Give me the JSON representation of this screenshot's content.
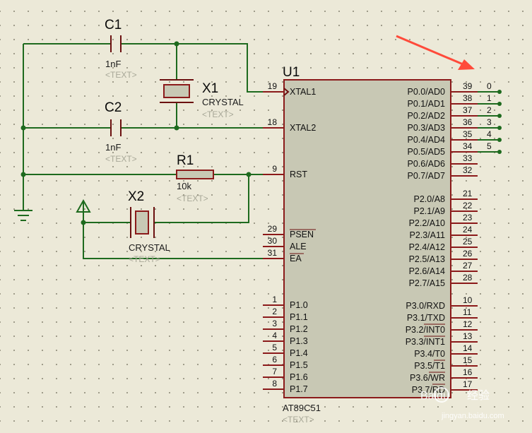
{
  "components": {
    "C1": {
      "ref": "C1",
      "value": "1nF",
      "template": "<TEXT>"
    },
    "C2": {
      "ref": "C2",
      "value": "1nF",
      "template": "<TEXT>"
    },
    "X1": {
      "ref": "X1",
      "value": "CRYSTAL",
      "template": "<TEXT>"
    },
    "X2": {
      "ref": "X2",
      "value": "CRYSTAL",
      "template": "<TEXT>"
    },
    "R1": {
      "ref": "R1",
      "value": "10k",
      "template": "<TEXT>"
    },
    "U1": {
      "ref": "U1",
      "value": "AT89C51",
      "template": "<TEXT>"
    }
  },
  "left_pins": [
    {
      "num": "19",
      "name": "XTAL1"
    },
    {
      "num": "18",
      "name": "XTAL2"
    },
    {
      "num": "9",
      "name": "RST"
    },
    {
      "num": "29",
      "name": "PSEN"
    },
    {
      "num": "30",
      "name": "ALE"
    },
    {
      "num": "31",
      "name": "EA"
    },
    {
      "num": "1",
      "name": "P1.0"
    },
    {
      "num": "2",
      "name": "P1.1"
    },
    {
      "num": "3",
      "name": "P1.2"
    },
    {
      "num": "4",
      "name": "P1.3"
    },
    {
      "num": "5",
      "name": "P1.4"
    },
    {
      "num": "6",
      "name": "P1.5"
    },
    {
      "num": "7",
      "name": "P1.6"
    },
    {
      "num": "8",
      "name": "P1.7"
    }
  ],
  "right_pins": [
    {
      "num": "39",
      "name": "P0.0/AD0"
    },
    {
      "num": "38",
      "name": "P0.1/AD1"
    },
    {
      "num": "37",
      "name": "P0.2/AD2"
    },
    {
      "num": "36",
      "name": "P0.3/AD3"
    },
    {
      "num": "35",
      "name": "P0.4/AD4"
    },
    {
      "num": "34",
      "name": "P0.5/AD5"
    },
    {
      "num": "33",
      "name": "P0.6/AD6"
    },
    {
      "num": "32",
      "name": "P0.7/AD7"
    },
    {
      "num": "21",
      "name": "P2.0/A8"
    },
    {
      "num": "22",
      "name": "P2.1/A9"
    },
    {
      "num": "23",
      "name": "P2.2/A10"
    },
    {
      "num": "24",
      "name": "P2.3/A11"
    },
    {
      "num": "25",
      "name": "P2.4/A12"
    },
    {
      "num": "26",
      "name": "P2.5/A13"
    },
    {
      "num": "27",
      "name": "P2.6/A14"
    },
    {
      "num": "28",
      "name": "P2.7/A15"
    },
    {
      "num": "10",
      "name": "P3.0/RXD"
    },
    {
      "num": "11",
      "name": "P3.1/TXD"
    },
    {
      "num": "12",
      "name": "P3.2/INT0"
    },
    {
      "num": "13",
      "name": "P3.3/INT1"
    },
    {
      "num": "14",
      "name": "P3.4/T0"
    },
    {
      "num": "15",
      "name": "P3.5/T1"
    },
    {
      "num": "16",
      "name": "P3.6/WR"
    },
    {
      "num": "17",
      "name": "P3.7/RD"
    }
  ],
  "net_labels": [
    "0",
    "1",
    "2",
    "3",
    "4",
    "5"
  ],
  "watermark": {
    "brand": "Baidu",
    "text": "经验",
    "url": "jingyan.baidu.com"
  },
  "colors": {
    "wire": "#1e6a1e",
    "pin": "#8b1a1a",
    "chip_fill": "#c8c8b4",
    "arrow": "#ff4a3a"
  }
}
